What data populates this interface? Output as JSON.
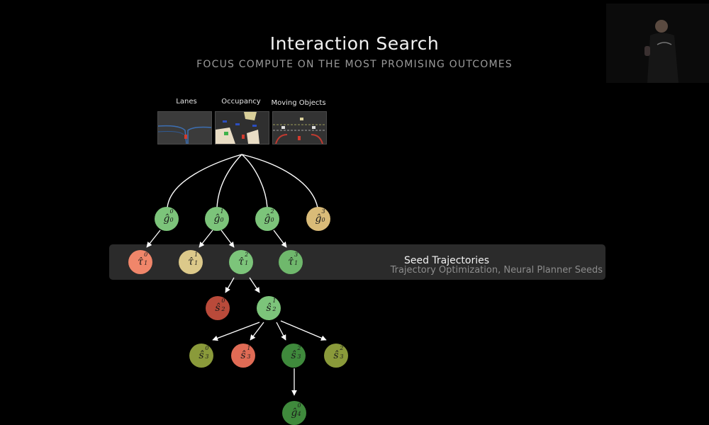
{
  "slide": {
    "title": "Interaction Search",
    "subtitle": "FOCUS COMPUTE ON THE MOST PROMISING OUTCOMES"
  },
  "inputs": [
    {
      "label": "Lanes"
    },
    {
      "label": "Occupancy"
    },
    {
      "label": "Moving Objects"
    }
  ],
  "seed_band": {
    "title": "Seed Trajectories",
    "subtitle": "Trajectory Optimization, Neural Planner Seeds"
  },
  "colors": {
    "light_green": "#7cc47a",
    "mid_green": "#6fb86c",
    "dark_green": "#3f8a3c",
    "olive": "#8a9a3a",
    "yellow": "#dcc98a",
    "tan": "#d9bb78",
    "salmon": "#f0866a",
    "red": "#e06b55",
    "dark_red": "#b94a3a"
  },
  "nodes": [
    {
      "id": "g0_0",
      "symbol": "ĝ",
      "sup": "0",
      "sub": "0",
      "color": "light_green"
    },
    {
      "id": "g0_1",
      "symbol": "ĝ",
      "sup": "1",
      "sub": "0",
      "color": "light_green"
    },
    {
      "id": "g0_2",
      "symbol": "ĝ",
      "sup": "2",
      "sub": "0",
      "color": "light_green"
    },
    {
      "id": "g0_3",
      "symbol": "ĝ",
      "sup": "3",
      "sub": "0",
      "color": "tan"
    },
    {
      "id": "t1_0",
      "symbol": "τ̂",
      "sup": "0",
      "sub": "1",
      "color": "salmon"
    },
    {
      "id": "t1_1",
      "symbol": "τ̂",
      "sup": "1",
      "sub": "1",
      "color": "yellow"
    },
    {
      "id": "t1_2",
      "symbol": "τ̂",
      "sup": "2",
      "sub": "1",
      "color": "light_green"
    },
    {
      "id": "t1_3",
      "symbol": "τ̂",
      "sup": "3",
      "sub": "1",
      "color": "mid_green"
    },
    {
      "id": "s2_0",
      "symbol": "ŝ",
      "sup": "0",
      "sub": "2",
      "color": "dark_red"
    },
    {
      "id": "s2_1",
      "symbol": "ŝ",
      "sup": "1",
      "sub": "2",
      "color": "light_green"
    },
    {
      "id": "s3_0",
      "symbol": "ŝ",
      "sup": "0",
      "sub": "3",
      "color": "olive"
    },
    {
      "id": "s3_1",
      "symbol": "ŝ",
      "sup": "1",
      "sub": "3",
      "color": "red"
    },
    {
      "id": "s3_2a",
      "symbol": "ŝ",
      "sup": "2",
      "sub": "3",
      "color": "dark_green"
    },
    {
      "id": "s3_2b",
      "symbol": "ŝ",
      "sup": "2",
      "sub": "3",
      "color": "olive"
    },
    {
      "id": "g4_0",
      "symbol": "ĝ",
      "sup": "0",
      "sub": "4",
      "color": "dark_green"
    }
  ]
}
